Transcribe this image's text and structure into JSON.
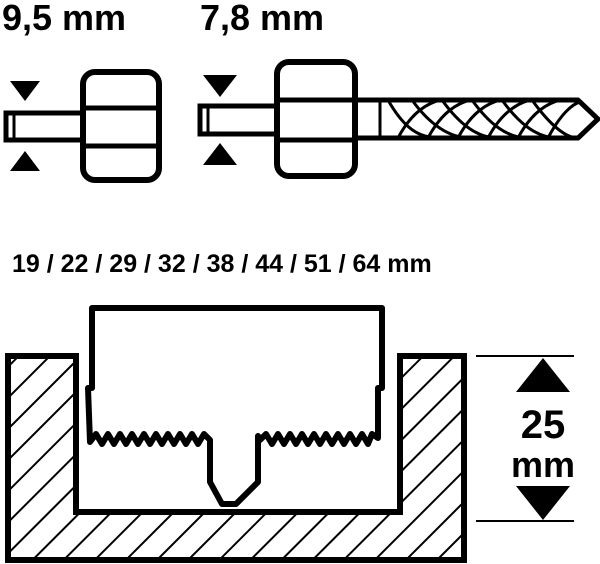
{
  "shank_labels": {
    "left": "9,5 mm",
    "right": "7,8 mm"
  },
  "sizes_label": "19 / 22 / 29 / 32 / 38 / 44 / 51 / 64 mm",
  "depth": {
    "value": "25",
    "unit": "mm"
  },
  "colors": {
    "stroke": "#000000",
    "background": "#ffffff"
  }
}
